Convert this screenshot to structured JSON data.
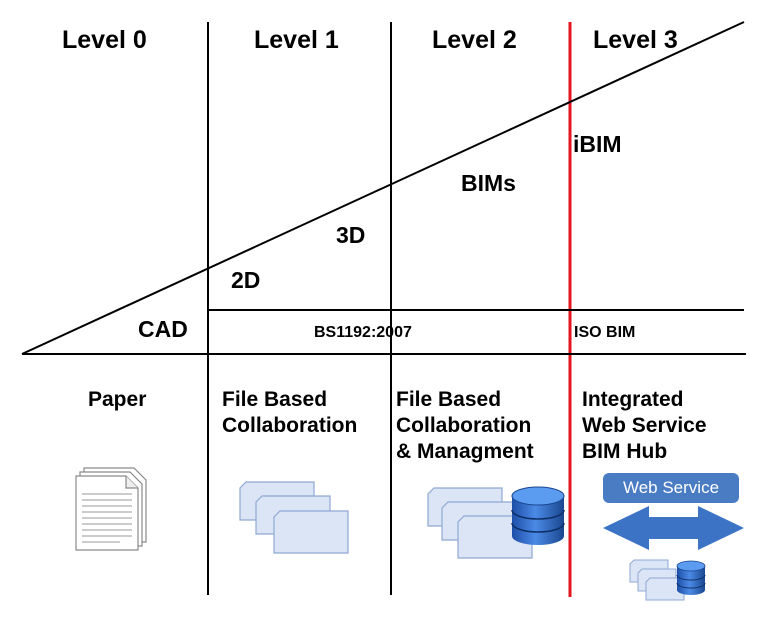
{
  "levels": [
    "Level 0",
    "Level 1",
    "Level 2",
    "Level 3"
  ],
  "diagonal_labels": {
    "cad": "CAD",
    "d2": "2D",
    "d3": "3D",
    "bims": "BIMs",
    "ibim": "iBIM"
  },
  "standards": {
    "bs": "BS1192:2007",
    "iso": "ISO BIM"
  },
  "captions": {
    "c0": "Paper",
    "c1_l1": "File Based",
    "c1_l2": "Collaboration",
    "c2_l1": "File Based",
    "c2_l2": "Collaboration",
    "c2_l3": "& Managment",
    "c3_l1": "Integrated",
    "c3_l2": "Web Service",
    "c3_l3": "BIM Hub"
  },
  "web_service_label": "Web Service",
  "colors": {
    "divider": "#000000",
    "level3_boundary": "#e3161d",
    "file_fill": "#dbe5f5",
    "file_stroke": "#8fa9d4",
    "database": "#2f6fd0",
    "web_service_box": "#4a7cc4",
    "arrow": "#3d73c5"
  },
  "icons": [
    "document-stack-icon",
    "file-stack-icon",
    "database-icon",
    "double-arrow-icon"
  ]
}
